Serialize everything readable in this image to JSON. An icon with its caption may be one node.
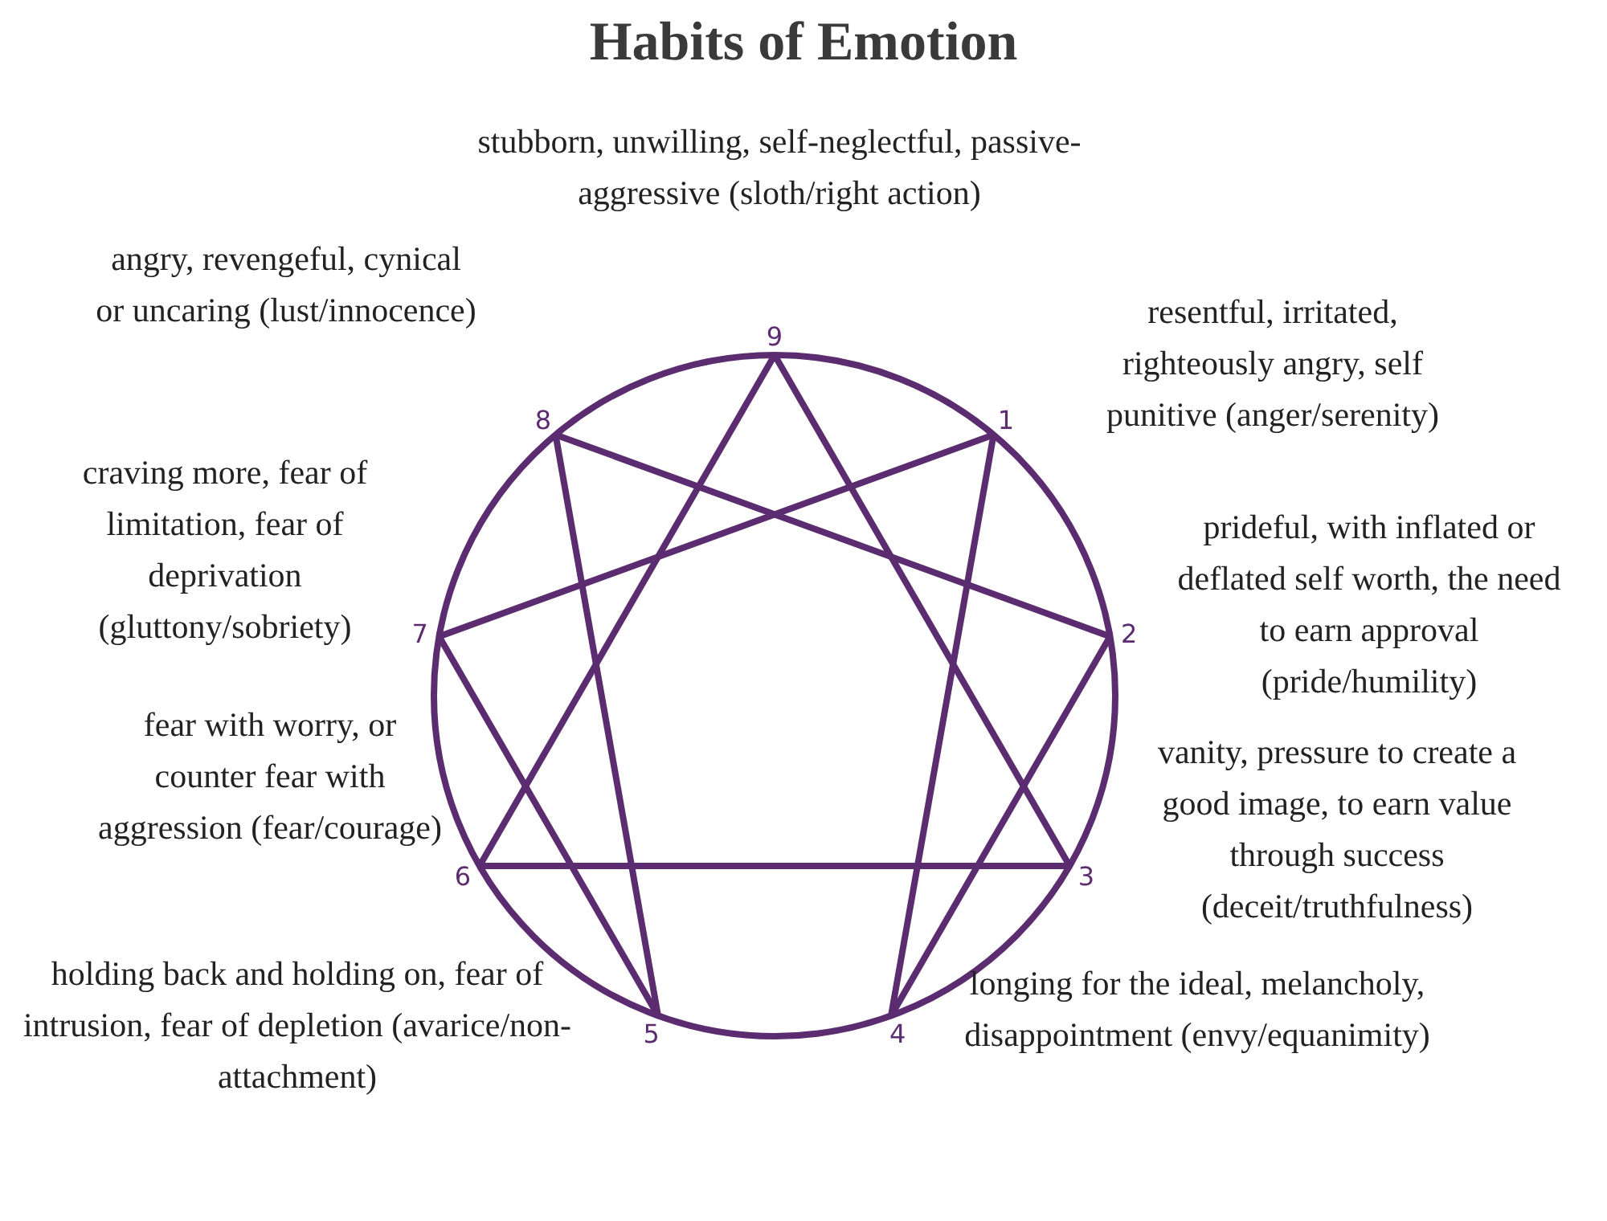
{
  "diagram": {
    "title": "Habits of Emotion",
    "nodes": [
      {
        "text": [
          "9"
        ],
        "beside": [
          "stubborn, unwilling, self-neglectful, passive-aggressive (sloth/right action)"
        ]
      },
      {
        "text": [
          "1"
        ],
        "beside": [
          "resentful, irritated, righteously angry, self punitive (anger/serenity)"
        ]
      },
      {
        "text": [
          "2"
        ],
        "beside": [
          "prideful, with inflated or deflated self worth, the need to earn approval (pride/humility)"
        ]
      },
      {
        "text": [
          "3"
        ],
        "beside": [
          "vanity, pressure to create a good image, to earn value through success (deceit/truthfulness)"
        ]
      },
      {
        "text": [
          "4"
        ],
        "beside": [
          "longing for the ideal, melancholy, disappointment (envy/equanimity)"
        ]
      },
      {
        "text": [
          "5"
        ],
        "beside": [
          "holding back and holding on, fear of intrusion, fear of depletion (avarice/non-attachment)"
        ]
      },
      {
        "text": [
          "6"
        ],
        "beside": [
          "fear with worry, or counter fear with aggression (fear/courage)"
        ]
      },
      {
        "text": [
          "7"
        ],
        "beside": [
          "craving more, fear of limitation, fear of deprivation (gluttony/sobriety)"
        ]
      },
      {
        "text": [
          "8"
        ],
        "beside": [
          "angry, revengeful, cynical or uncaring (lust/innocence)"
        ]
      }
    ],
    "edges": [
      {
        "from": 0,
        "to": 3,
        "arrow": "none"
      },
      {
        "from": 3,
        "to": 6,
        "arrow": "none"
      },
      {
        "from": 6,
        "to": 0,
        "arrow": "none"
      },
      {
        "from": 1,
        "to": 4,
        "arrow": "none"
      },
      {
        "from": 4,
        "to": 2,
        "arrow": "none"
      },
      {
        "from": 2,
        "to": 8,
        "arrow": "none"
      },
      {
        "from": 8,
        "to": 5,
        "arrow": "none"
      },
      {
        "from": 5,
        "to": 7,
        "arrow": "none"
      },
      {
        "from": 7,
        "to": 1,
        "arrow": "none"
      }
    ]
  }
}
